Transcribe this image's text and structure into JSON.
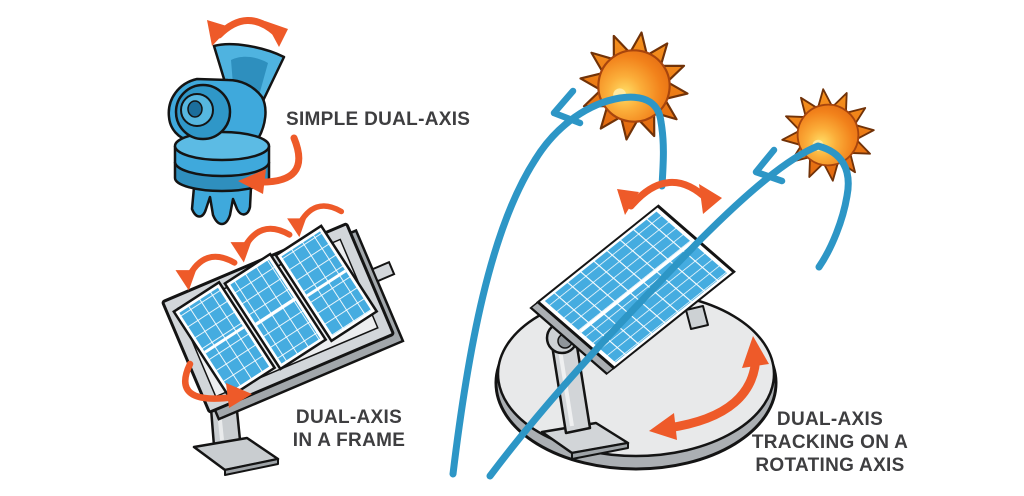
{
  "page": {
    "background": "#FFFFFF"
  },
  "labels": {
    "simple": "SIMPLE DUAL-AXIS",
    "frame_lines": [
      "DUAL-AXIS",
      "IN A FRAME"
    ],
    "rotating_lines": [
      "DUAL-AXIS",
      "TRACKING ON A",
      "ROTATING AXIS"
    ]
  },
  "colors": {
    "text": "#3E3E40",
    "arrow_orange": "#EE5A29",
    "track_blue": "#2D96C6",
    "panel_blue": "#45ACE0",
    "actuator_blue": "#3FA9DC",
    "sun_orange": "#F6921E",
    "sun_highlight": "#FFDD66",
    "structure_gray": "#D2D6DA",
    "outline": "#141414",
    "background": "#FFFFFF"
  },
  "figures": [
    {
      "name": "simple-dual-axis-actuator",
      "components": [
        "tilt-rotation-arrow-icon",
        "actuator-joint",
        "pan-rotation-arrow-icon"
      ]
    },
    {
      "name": "dual-axis-in-a-frame",
      "components": [
        "panel-tilt-arrow-icons",
        "solar-panel-array",
        "frame",
        "pedestal",
        "pedestal-rotation-arrow-icon"
      ]
    },
    {
      "name": "dual-axis-tracking-on-a-rotating-axis",
      "components": [
        "sun-icon-east",
        "sun-icon-west",
        "sun-path-arcs",
        "panel-tilt-arrow-icon",
        "solar-panel",
        "pedestal",
        "rotating-disc",
        "disc-rotation-arrow-icon"
      ]
    }
  ]
}
